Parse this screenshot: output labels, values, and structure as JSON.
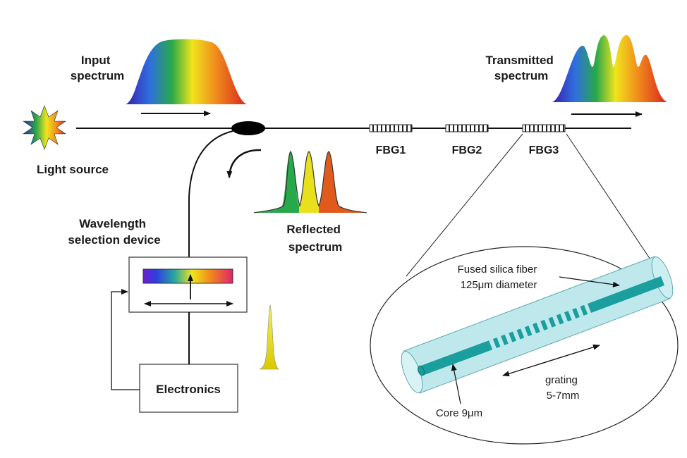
{
  "labels": {
    "light_source": "Light source",
    "input_spectrum": [
      "Input",
      "spectrum"
    ],
    "transmitted_spectrum": [
      "Transmitted",
      "spectrum"
    ],
    "reflected_spectrum": [
      "Reflected",
      "spectrum"
    ],
    "wavelength_selection": [
      "Wavelength",
      "selection device"
    ],
    "electronics": "Electronics",
    "fbg1": "FBG1",
    "fbg2": "FBG2",
    "fbg3": "FBG3",
    "fiber": [
      "Fused silica fiber",
      "125μm diameter"
    ],
    "core": "Core 9μm",
    "grating": [
      "grating",
      "5-7mm"
    ]
  },
  "colors": {
    "spectrum": [
      "#3a1fb0",
      "#2f6fe0",
      "#27a84a",
      "#f1e41c",
      "#f08a1c",
      "#d8241c"
    ],
    "fiber_cladding": "#bfe8ec",
    "fiber_core": "#1a9e9e",
    "line": "#111111"
  }
}
